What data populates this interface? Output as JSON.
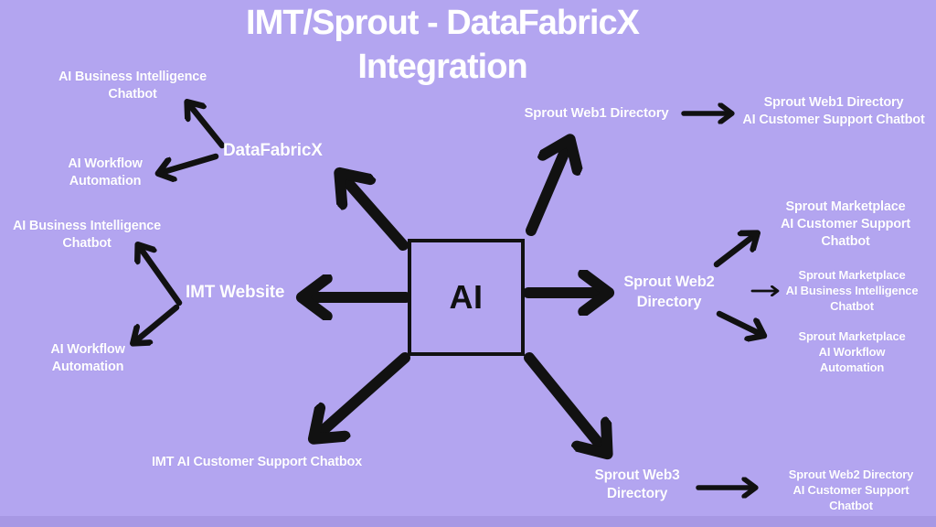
{
  "title": {
    "text": "IMT/Sprout - DataFabricX\nIntegration"
  },
  "center_node": {
    "label": "AI"
  },
  "left": {
    "datafabricx": {
      "label": "DataFabricX",
      "bi_chatbot": "AI Business Intelligence\nChatbot",
      "workflow_automation": "AI Workflow\nAutomation"
    },
    "imt_website": {
      "label": "IMT Website",
      "bi_chatbot": "AI Business Intelligence\nChatbot",
      "workflow_automation": "AI Workflow\nAutomation"
    },
    "imt_support_chatbox": "IMT AI Customer Support Chatbox"
  },
  "right": {
    "web1": {
      "label": "Sprout Web1 Directory",
      "support_chatbot": "Sprout Web1 Directory\nAI Customer Support Chatbot"
    },
    "web2": {
      "label": "Sprout Web2\nDirectory",
      "marketplace_support": "Sprout Marketplace\nAI Customer Support\nChatbot",
      "marketplace_bi": "Sprout Marketplace\nAI Business Intelligence\nChatbot",
      "marketplace_workflow": "Sprout Marketplace\nAI Workflow\nAutomation"
    },
    "web3": {
      "label": "Sprout Web3\nDirectory",
      "support_chatbot": "Sprout Web2 Directory\nAI Customer Support\nChatbot"
    }
  },
  "colors": {
    "background": "#b3a5f0",
    "text": "#ffffff",
    "arrow": "#111111",
    "box_border": "#111111"
  }
}
